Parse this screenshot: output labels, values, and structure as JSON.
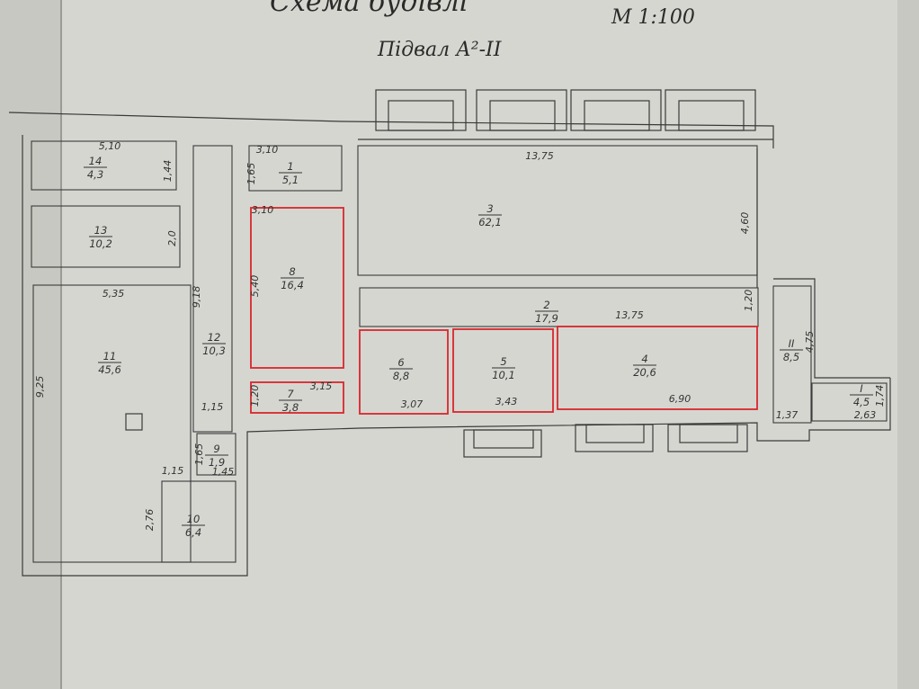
{
  "header": {
    "title": "Схема будівлі",
    "scale": "М 1:100",
    "subtitle": "Підвал А²-ІІ"
  },
  "colors": {
    "paper": "#d4d4cf",
    "line": "#3a3a3a",
    "highlight": "#d8262b"
  },
  "rooms": [
    {
      "key": "r14",
      "number": "14",
      "area": "4,3",
      "dims": [
        "5,10",
        "1,44"
      ]
    },
    {
      "key": "r13",
      "number": "13",
      "area": "10,2",
      "dims": [
        "2,0"
      ]
    },
    {
      "key": "r11",
      "number": "11",
      "area": "45,6",
      "dims": [
        "5,35",
        "9,25"
      ]
    },
    {
      "key": "r12",
      "number": "12",
      "area": "10,3",
      "dims": [
        "9,18"
      ]
    },
    {
      "key": "r1",
      "number": "1",
      "area": "5,1",
      "dims": [
        "3,10",
        "1,65"
      ]
    },
    {
      "key": "r8",
      "number": "8",
      "area": "16,4",
      "dims": [
        "3,10",
        "5,40"
      ],
      "highlighted": true
    },
    {
      "key": "r7",
      "number": "7",
      "area": "3,8",
      "dims": [
        "3,15",
        "1,20"
      ],
      "highlighted": true
    },
    {
      "key": "r3",
      "number": "3",
      "area": "62,1",
      "dims": [
        "13,75",
        "4,60"
      ]
    },
    {
      "key": "r2",
      "number": "2",
      "area": "17,9",
      "dims": [
        "13,75",
        "1,20"
      ]
    },
    {
      "key": "r6",
      "number": "6",
      "area": "8,8",
      "dims": [
        "3,07"
      ],
      "highlighted": true
    },
    {
      "key": "r5",
      "number": "5",
      "area": "10,1",
      "dims": [
        "3,43"
      ],
      "highlighted": true
    },
    {
      "key": "r4",
      "number": "4",
      "area": "20,6",
      "dims": [
        "6,90"
      ],
      "highlighted": true
    },
    {
      "key": "rII",
      "number": "II",
      "area": "8,5",
      "dims": [
        "4,75",
        "1,37"
      ]
    },
    {
      "key": "rI",
      "number": "I",
      "area": "4,5",
      "dims": [
        "2,63",
        "1,74"
      ]
    },
    {
      "key": "r9",
      "number": "9",
      "area": "1,9",
      "dims": [
        "1,65",
        "1,15",
        "1,45"
      ]
    },
    {
      "key": "r10",
      "number": "10",
      "area": "6,4",
      "dims": [
        "2,76",
        "1,15"
      ]
    }
  ]
}
